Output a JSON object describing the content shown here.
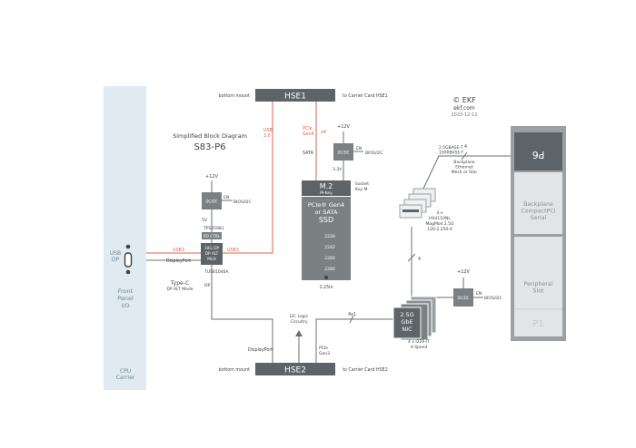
{
  "colors": {
    "panel_fill": "#dfeaf1",
    "panel_text": "#6f8894",
    "box_dark": "#5d6366",
    "box_mid": "#7b8183",
    "box_light": "#9ba1a3",
    "line": "#6a7073",
    "red": "#e0604c",
    "text": "#3d4346",
    "text_white": "#ffffff",
    "backplane_frame": "#9aa0a3",
    "backplane_slot": "#e3e4e5",
    "backplane_text": "#8a9296",
    "backplane_p1_text": "#c3c8ca"
  },
  "title": {
    "line1": "Simplified Block Diagram",
    "line2": "S83-P6"
  },
  "copyright": {
    "line1": "© EKF",
    "line2": "ekf.com",
    "line3": "2023-12-11"
  },
  "left_panel": {
    "usb_line1": "USB",
    "usb_line2": "DP",
    "front_line1": "Front",
    "front_line2": "Panel",
    "front_line3": "I/O",
    "cpu_line1": "CPU",
    "cpu_line2": "Carrier"
  },
  "hse1": {
    "label": "HSE1",
    "left": "bottom mount",
    "right": "to Carrier Card HSE1"
  },
  "hse2": {
    "label": "HSE2",
    "left": "bottom mount",
    "right": "to Carrier Card HSE2"
  },
  "usbc": {
    "dcdc": "DC/DC",
    "en": "EN",
    "bios": "BIOS/I2C",
    "v12": "+12V",
    "v5": "5V",
    "tps": "TPS65981",
    "pdctrl": "PD CTRL",
    "mux_line1": "10G DP",
    "mux_line2": "DP ALT",
    "mux_line3": "MUX",
    "part": "TUSB1046A",
    "type_c": "Type-C",
    "dp_alt_mode": "DP ALT Mode",
    "usb3_left": "USB3",
    "usb3_right": "USB3",
    "displayport": "DisplayPort",
    "dp": "DP",
    "usb_up_line1": "USB",
    "usb_up_line2": "3.0"
  },
  "m2": {
    "pcie_label_line1": "PCIe",
    "pcie_label_line2": "Gen4",
    "x4": "x4",
    "sata": "SATA",
    "v12": "+12V",
    "dcdc": "DC/DC",
    "en": "EN",
    "bios": "BIOS/I2C",
    "v33": "3.3V",
    "socket_line1": "Socket",
    "socket_line2": "Key M",
    "title": "M.2",
    "key": "M-Key",
    "body_line1": "PCIe® Gen4",
    "body_line2": "or SATA",
    "body_line3": "SSD",
    "sizes": [
      "2230",
      "2242",
      "2260",
      "2280"
    ],
    "size_note": "2.25in"
  },
  "lower": {
    "i2c_line1": "I2C Logic",
    "i2c_line2": "Circuitry",
    "displayport": "DisplayPort",
    "pcie_line1": "PCIe",
    "pcie_line2": "Gen3",
    "x4x1": "4x1"
  },
  "nic": {
    "body_line1": "2.5G",
    "body_line2": "GbE",
    "body_line3": "NIC",
    "part_line1": "4 x I226-IT",
    "part_line2": "4-Speed",
    "v12": "+12V",
    "dcdc": "DC/DC",
    "en": "EN",
    "bios": "BIOS/I2C",
    "bus4": "4"
  },
  "mag": {
    "count": "4 x",
    "part": "HX4110NL",
    "line3": "MagMod 2.5G",
    "line4": "120-2.250-0"
  },
  "eth": {
    "line1": "2.5GBASE-T",
    "line2": "1000BASE-T",
    "bus": "4",
    "bp_line1": "Backplane",
    "bp_line2": "Ethernet",
    "bp_line3": "Mesh or Star"
  },
  "backplane": {
    "p6": "P6",
    "cpci_line1": "Backplane",
    "cpci_line2": "CompactPCI",
    "cpci_line3": "Serial",
    "per_line1": "Peripheral",
    "per_line2": "Slot",
    "p1": "P1"
  }
}
